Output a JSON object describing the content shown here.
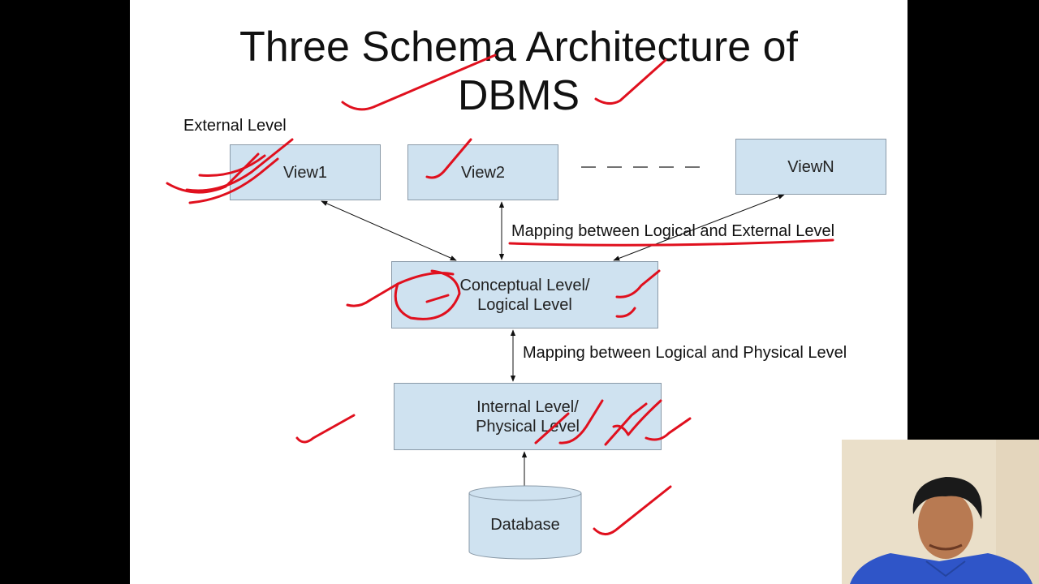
{
  "slide": {
    "title_line_1": "Three Schema Architecture of",
    "title_line_2": "DBMS",
    "external_level_label": "External Level",
    "views": [
      "View1",
      "View2",
      "ViewN"
    ],
    "conceptual_level_line_1": "Conceptual Level/",
    "conceptual_level_line_2": "Logical Level",
    "internal_level_line_1": "Internal Level/",
    "internal_level_line_2": "Physical Level",
    "database_label": "Database",
    "mapping_external": "Mapping between Logical and External Level",
    "mapping_physical": "Mapping between Logical and Physical Level"
  },
  "colors": {
    "background": "#000000",
    "slide": "#ffffff",
    "box_fill": "#cfe2f0",
    "box_border": "#8a9aa8",
    "ink": "#e0101e"
  }
}
